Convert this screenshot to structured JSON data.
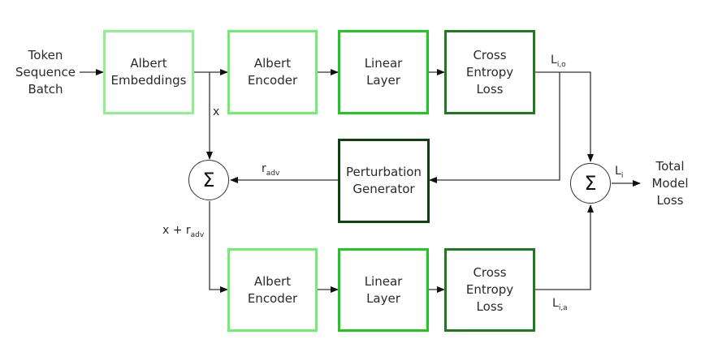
{
  "colors": {
    "embed": "#8ef08e",
    "encoder": "#6ef06e",
    "linear": "#1ec81e",
    "loss": "#1f7a1f",
    "perturb": "#0f400f",
    "line": "#333333"
  },
  "input_label": "Token\nSequence\nBatch",
  "output_label": "Total\nModel\nLoss",
  "top_row": {
    "embeddings": "Albert\nEmbeddings",
    "encoder": "Albert\nEncoder",
    "linear": "Linear\nLayer",
    "loss": "Cross\nEntropy\nLoss"
  },
  "middle": {
    "perturbation": "Perturbation\nGenerator",
    "sum_symbol": "Σ"
  },
  "bottom_row": {
    "encoder": "Albert\nEncoder",
    "linear": "Linear\nLayer",
    "loss": "Cross\nEntropy\nLoss"
  },
  "symbols": {
    "x": "x",
    "r_adv_main": "r",
    "r_adv_sub": "adv",
    "x_plus_r_main": "x + r",
    "x_plus_r_sub": "adv",
    "L_io_main": "L",
    "L_io_sub": "i,o",
    "L_ia_main": "L",
    "L_ia_sub": "i,a",
    "L_i_main": "L",
    "L_i_sub": "i"
  }
}
